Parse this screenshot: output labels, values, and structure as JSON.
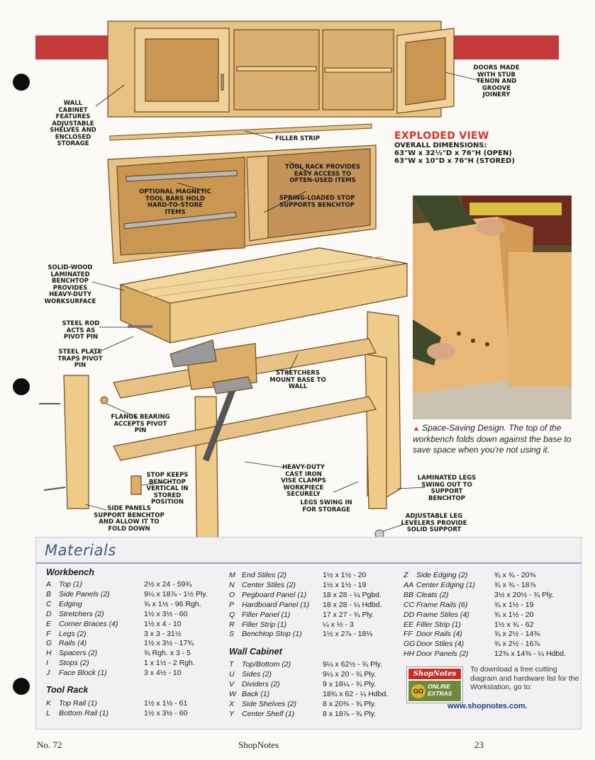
{
  "exploded": {
    "title": "EXPLODED VIEW",
    "dims_label": "OVERALL DIMENSIONS:",
    "dims_open": "63\"W x 32½\"D x 76\"H (OPEN)",
    "dims_stored": "63\"W x 10\"D x 76\"H (STORED)"
  },
  "callouts": {
    "wall_cabinet": "WALL CABINET FEATURES ADJUSTABLE SHELVES AND ENCLOSED STORAGE",
    "doors": "DOORS MADE WITH STUB TENON AND GROOVE JOINERY",
    "filler_strip": "FILLER STRIP",
    "tool_rack": "TOOL RACK PROVIDES EASY ACCESS TO OFTEN-USED ITEMS",
    "magnetic": "OPTIONAL MAGNETIC TOOL BARS HOLD HARD-TO-STORE ITEMS",
    "spring_stop": "SPRING-LOADED STOP SUPPORTS BENCHTOP",
    "benchtop": "SOLID-WOOD LAMINATED BENCHTOP PROVIDES HEAVY-DUTY WORKSURFACE",
    "steel_rod": "STEEL ROD ACTS AS PIVOT PIN",
    "steel_plate": "STEEL PLATE TRAPS PIVOT PIN",
    "stretchers": "STRETCHERS MOUNT BASE TO WALL",
    "flange": "FLANGE BEARING ACCEPTS PIVOT PIN",
    "stop_keeps": "STOP KEEPS BENCHTOP VERTICAL IN STORED POSITION",
    "vise": "HEAVY-DUTY CAST IRON VISE CLAMPS WORKPIECE SECURELY",
    "laminated_legs": "LAMINATED LEGS SWING OUT TO SUPPORT BENCHTOP",
    "legs_swing": "LEGS SWING IN FOR STORAGE",
    "side_panels": "SIDE PANELS SUPPORT BENCHTOP AND ALLOW IT TO FOLD DOWN",
    "levelers": "ADJUSTABLE LEG LEVELERS PROVIDE SOLID SUPPORT"
  },
  "caption": {
    "head": "Space-Saving Design.",
    "body": "The top of the workbench folds down against the base to save space when you're not using it."
  },
  "materials": {
    "title": "Materials",
    "workbench_heading": "Workbench",
    "workbench": [
      {
        "k": "A",
        "name": "Top (1)",
        "dim": "2½ x 24 - 59¾"
      },
      {
        "k": "B",
        "name": "Side Panels (2)",
        "dim": "9¼ x 18⅞ - 1½ Ply."
      },
      {
        "k": "C",
        "name": "Edging",
        "dim": "¾ x 1½ - 96 Rgh."
      },
      {
        "k": "D",
        "name": "Stretchers (2)",
        "dim": "1½ x 3½ - 60"
      },
      {
        "k": "E",
        "name": "Corner Braces (4)",
        "dim": "1½ x 4 - 10"
      },
      {
        "k": "F",
        "name": "Legs (2)",
        "dim": "3 x 3 - 31½"
      },
      {
        "k": "G",
        "name": "Rails (4)",
        "dim": "1½ x 3½ - 17¾"
      },
      {
        "k": "H",
        "name": "Spacers (2)",
        "dim": "¾ Rgh. x 3 - 5"
      },
      {
        "k": "I",
        "name": "Stops (2)",
        "dim": "1 x 1½ - 2 Rgh."
      },
      {
        "k": "J",
        "name": "Face Block (1)",
        "dim": "3 x 4½ - 10"
      }
    ],
    "toolrack_heading": "Tool Rack",
    "toolrack": [
      {
        "k": "K",
        "name": "Top Rail (1)",
        "dim": "1½ x 1½ - 61"
      },
      {
        "k": "L",
        "name": "Bottom Rail (1)",
        "dim": "1½ x 3½ - 60"
      }
    ],
    "col2": [
      {
        "k": "M",
        "name": "End Stiles (2)",
        "dim": "1½ x 1½ - 20"
      },
      {
        "k": "N",
        "name": "Center Stiles (2)",
        "dim": "1½ x 1½ - 19"
      },
      {
        "k": "O",
        "name": "Pegboard Panel (1)",
        "dim": "18 x 28 - ¼ Pgbd."
      },
      {
        "k": "P",
        "name": "Hardboard Panel (1)",
        "dim": "18 x 28 - ¼ Hdbd."
      },
      {
        "k": "Q",
        "name": "Filler Panel (1)",
        "dim": "17 x 27 - ¾ Ply."
      },
      {
        "k": "R",
        "name": "Filler Strip (1)",
        "dim": "¼ x ½ - 3"
      },
      {
        "k": "S",
        "name": "Benchtop Stop (1)",
        "dim": "1½ x 2⅞ - 18⅛"
      }
    ],
    "wallcab_heading": "Wall Cabinet",
    "wallcab": [
      {
        "k": "T",
        "name": "Top/Bottom (2)",
        "dim": "9¼ x 62½ - ¾ Ply."
      },
      {
        "k": "U",
        "name": "Sides (2)",
        "dim": "9¼ x 20 - ¾ Ply."
      },
      {
        "k": "V",
        "name": "Dividers (2)",
        "dim": "9 x 18¼ - ¾ Ply."
      },
      {
        "k": "W",
        "name": "Back (1)",
        "dim": "18¾ x 62 - ¼ Hdbd."
      },
      {
        "k": "X",
        "name": "Side Shelves (2)",
        "dim": "8 x 20⅜ - ¾ Ply."
      },
      {
        "k": "Y",
        "name": "Center Shelf (1)",
        "dim": "8 x 18⅞ - ¾ Ply."
      }
    ],
    "col3": [
      {
        "k": "Z",
        "name": "Side Edging (2)",
        "dim": "¾ x ¾ - 20⅜"
      },
      {
        "k": "AA",
        "name": "Center Edging (1)",
        "dim": "¾ x ¾ - 18⅞"
      },
      {
        "k": "BB",
        "name": "Cleats (2)",
        "dim": "3½ x 20½ - ¾ Ply."
      },
      {
        "k": "CC",
        "name": "Frame Rails (6)",
        "dim": "¾ x 1½ - 19"
      },
      {
        "k": "DD",
        "name": "Frame Stiles (4)",
        "dim": "¾ x 1½ - 20"
      },
      {
        "k": "EE",
        "name": "Filler Strip (1)",
        "dim": "1½ x ¾ - 62"
      },
      {
        "k": "FF",
        "name": "Door Rails (4)",
        "dim": "¾ x 2½ - 14⅜"
      },
      {
        "k": "GG",
        "name": "Door Stiles (4)",
        "dim": "¾ x 2½ - 16⅞"
      },
      {
        "k": "HH",
        "name": "Door Panels (2)",
        "dim": "12⅜ x 14⅜ - ¼ Hdbd."
      }
    ]
  },
  "shopnotes": {
    "logo": "ShopNotes",
    "go": "GO",
    "online": "ONLINE",
    "extras": "EXTRAS",
    "text": "To download a free cutting diagram and hardware list for the Workstation, go to:",
    "url": "www.shopnotes.com."
  },
  "footer": {
    "issue": "No. 72",
    "brand": "ShopNotes",
    "page": "23"
  }
}
